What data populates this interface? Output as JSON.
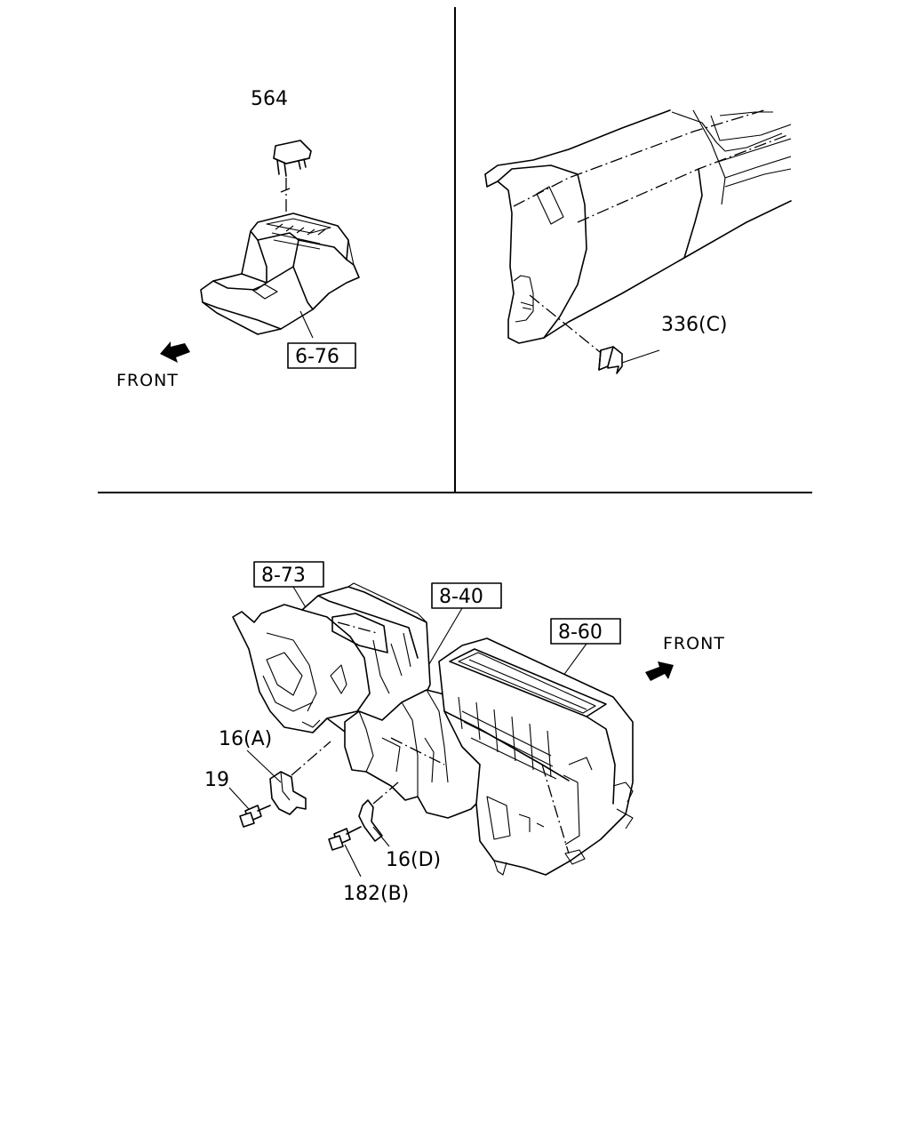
{
  "labels": {
    "part_564": "564",
    "ref_6_76": "6-76",
    "front_top": "FRONT",
    "part_336c": "336(C)",
    "ref_8_73": "8-73",
    "ref_8_40": "8-40",
    "ref_8_60": "8-60",
    "front_bottom": "FRONT",
    "part_16a": "16(A)",
    "part_19": "19",
    "part_16d": "16(D)",
    "part_182b": "182(B)"
  },
  "colors": {
    "line": "#000000",
    "background": "#ffffff"
  },
  "icons": [
    "front-arrow-icon"
  ]
}
